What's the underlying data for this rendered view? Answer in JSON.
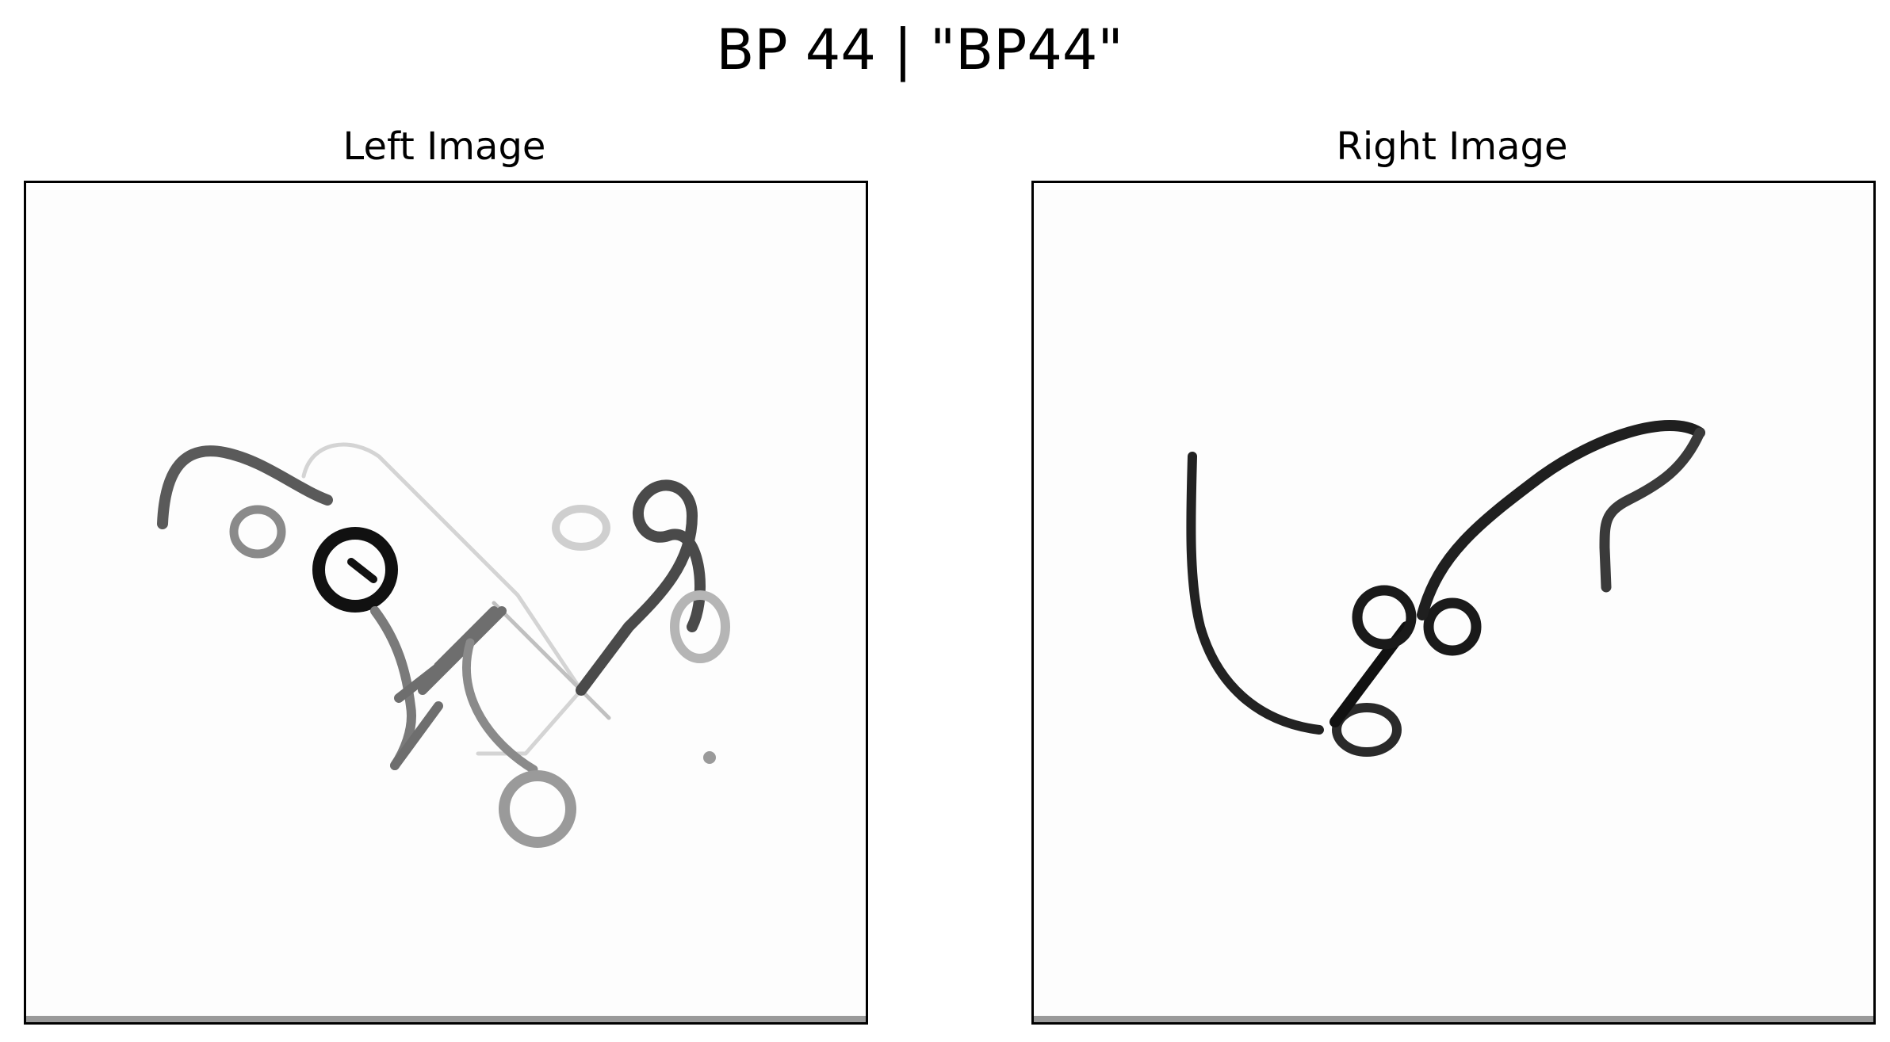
{
  "figure": {
    "suptitle": "BP 44 | \"BP44\""
  },
  "panels": {
    "left": {
      "title": "Left Image"
    },
    "right": {
      "title": "Right Image"
    }
  },
  "colors": {
    "background": "#ffffff",
    "panel_fill": "#fdfdfd",
    "ink_dark": "#111111",
    "ink_mid": "#5a5a5a",
    "ink_light": "#9a9a9a",
    "frame": "#000000"
  }
}
